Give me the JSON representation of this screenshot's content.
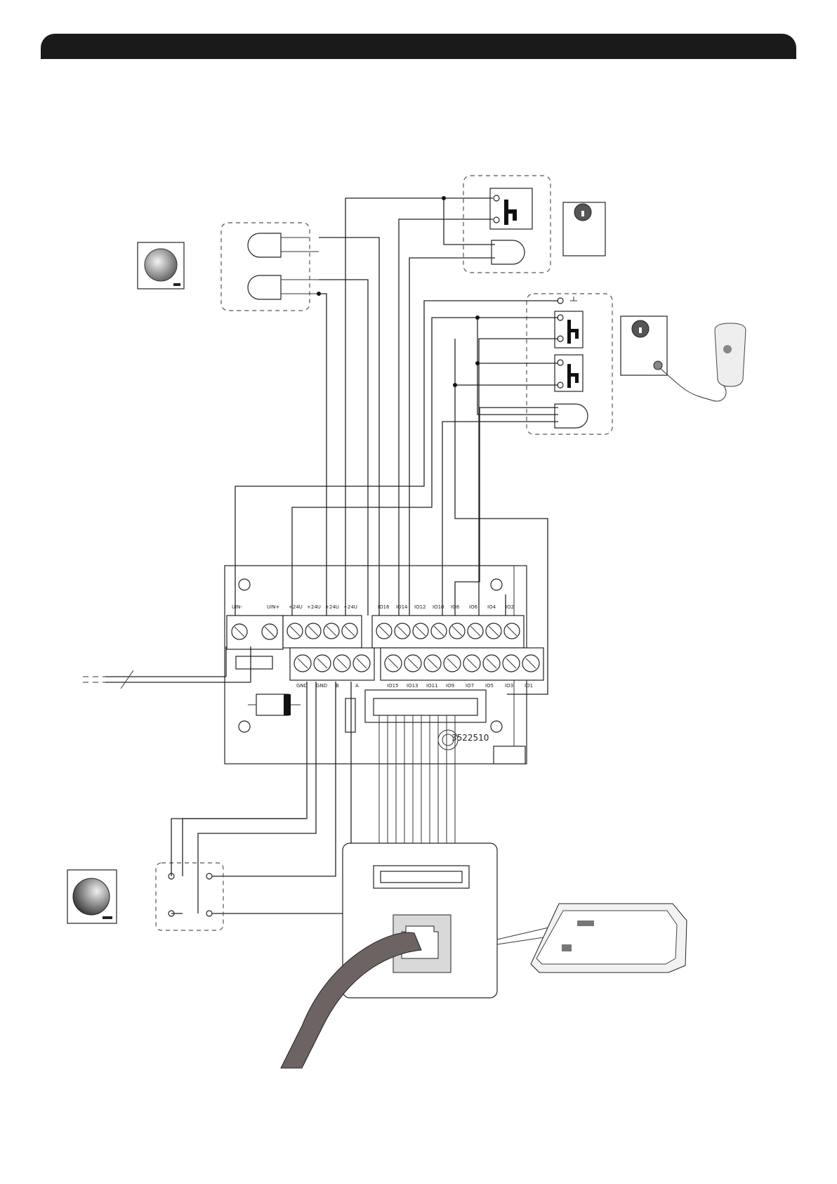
{
  "board": {
    "code": "3522510",
    "power_terminals": [
      "UIN-",
      "UIN+"
    ],
    "upper_terminals_left": [
      "+24U",
      "+24U",
      "+24U",
      "+24U"
    ],
    "lower_terminals_left": [
      "GND",
      "GND",
      "B",
      "A"
    ],
    "upper_io_terminals": [
      "IO16",
      "IO14",
      "IO12",
      "IO10",
      "IO8",
      "IO6",
      "IO4",
      "IO2"
    ],
    "lower_io_terminals": [
      "IO15",
      "IO13",
      "IO11",
      "IO9",
      "IO7",
      "IO5",
      "IO3",
      "IO1"
    ]
  },
  "colors": {
    "header": "#1a1a1a",
    "cable": "#6d6363",
    "line": "#222222"
  },
  "icons": [
    "push-button-icon",
    "led-indicator-icon",
    "key-switch-icon",
    "ethernet-cable-icon",
    "rotary-encoder-icon"
  ]
}
